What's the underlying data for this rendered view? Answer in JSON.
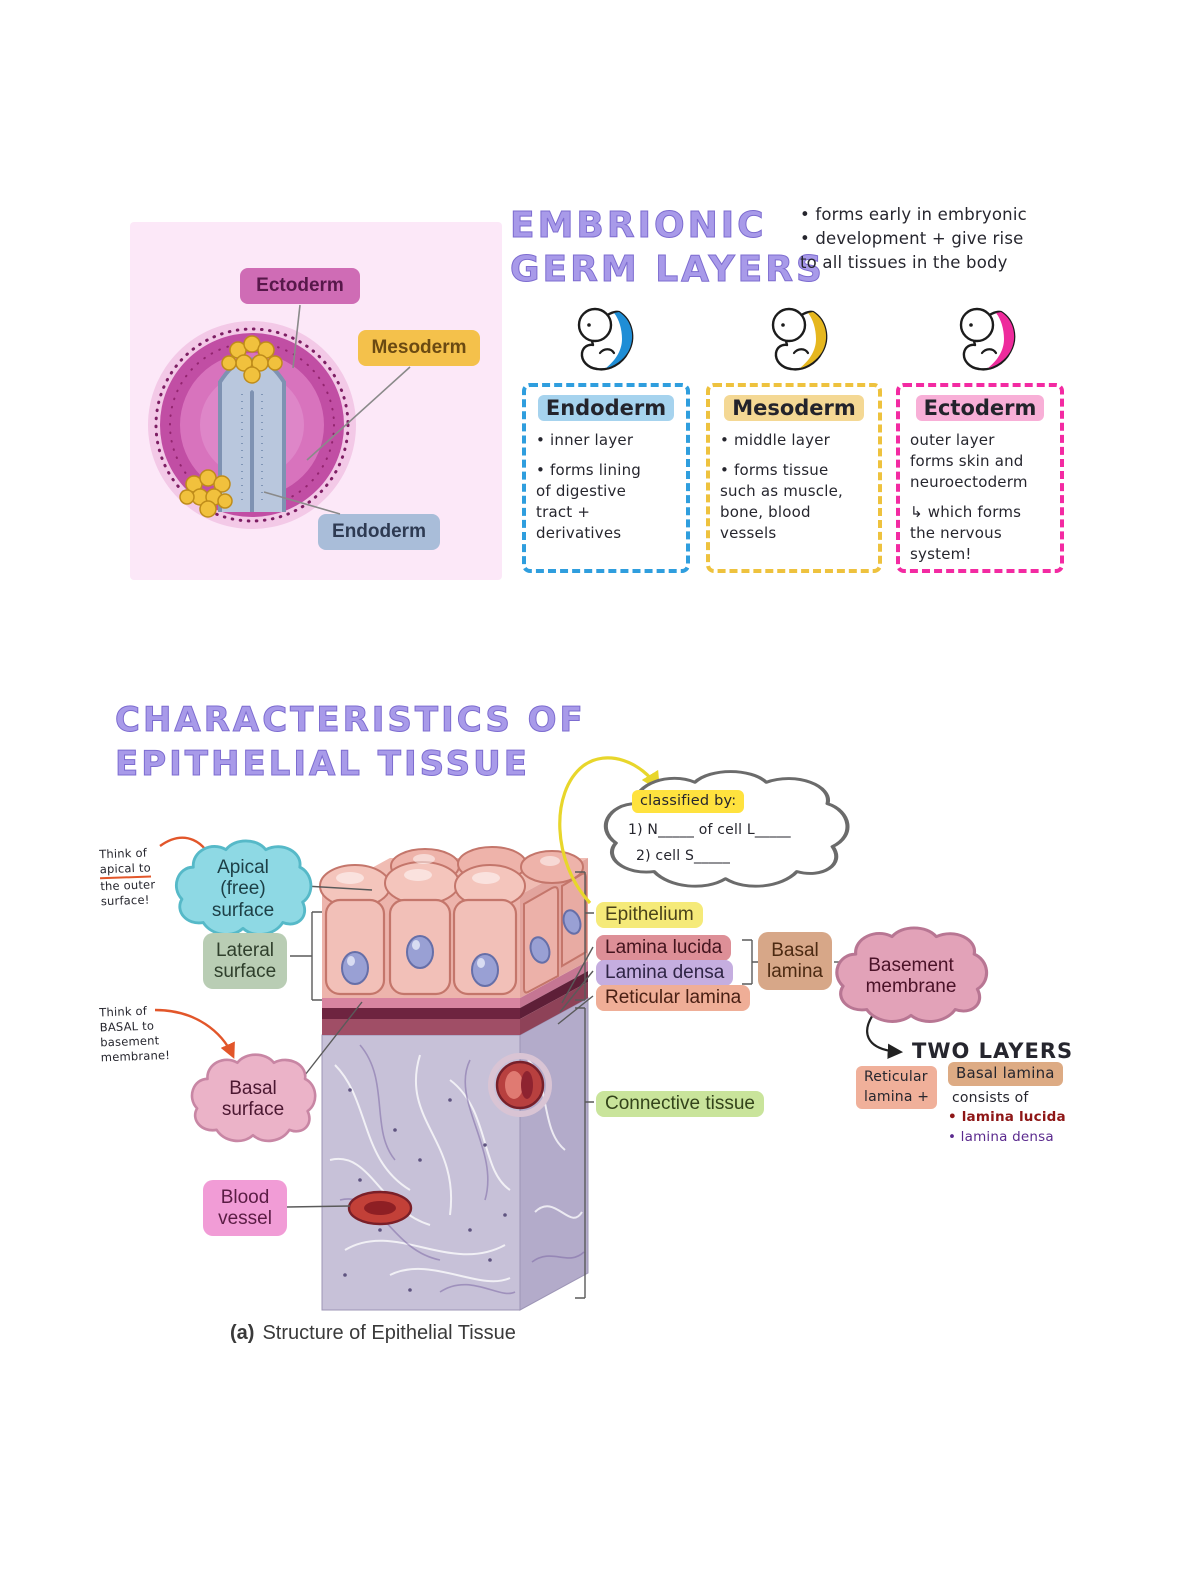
{
  "colors": {
    "title_purple": "#a89ae9",
    "card_blue": "#2f9ede",
    "card_yellow": "#eec23e",
    "card_pink": "#f32aa2",
    "highlight_yellow": "#ffe23e",
    "epithelium_pink": "#f2c0b8",
    "connective_lavender": "#c7c1d8",
    "membrane_maroon": "#6e2440",
    "ink": "#26262e"
  },
  "germ": {
    "title1": "EMBRIONIC",
    "title2": "GERM LAYERS",
    "note": "• forms early in embryonic\n• development + give rise\n   to all tissues in the body",
    "diagram": {
      "ectoderm": "Ectoderm",
      "mesoderm": "Mesoderm",
      "endoderm": "Endoderm"
    },
    "cards": [
      {
        "title": "Endoderm",
        "b1": "• inner layer",
        "b2": "• forms lining\n   of digestive\n   tract + derivatives"
      },
      {
        "title": "Mesoderm",
        "b1": "• middle layer",
        "b2": "• forms tissue\n   such as muscle,\n   bone, blood vessels"
      },
      {
        "title": "Ectoderm",
        "b1": "outer layer\nforms skin and\nneuroectoderm",
        "b2": "↳ which forms\n    the nervous\n    system!"
      }
    ]
  },
  "epi": {
    "title1": "CHARACTERISTICS OF",
    "title2": "EPITHELIAL TISSUE",
    "cloud": {
      "heading": "classified by:",
      "line1": "1) N_____ of cell L_____",
      "line2": "2) cell S_____"
    },
    "labels": {
      "apical": "Apical\n(free)\nsurface",
      "lateral": "Lateral\nsurface",
      "basal": "Basal\nsurface",
      "blood": "Blood\nvessel",
      "epithelium": "Epithelium",
      "lamina_lucida": "Lamina lucida",
      "lamina_densa": "Lamina densa",
      "reticular": "Reticular lamina",
      "connective": "Connective tissue",
      "basal_lamina": "Basal\nlamina",
      "basement": "Basement\nmembrane"
    },
    "note_apical": {
      "l1": "Think of",
      "l2": "apical to",
      "l3": "the outer",
      "l4": "surface!"
    },
    "note_basal": {
      "l1": "Think of",
      "l2": "BASAL to",
      "l3": "basement",
      "l4": "membrane!"
    },
    "two_layers": "TWO LAYERS",
    "sum_reticular": "Reticular\nlamina +",
    "sum_basal_title": "Basal lamina",
    "sum_consists": "consists of",
    "sum_b1": "• lamina lucida",
    "sum_b2": "• lamina densa",
    "caption_label": "(a)",
    "caption_text": "Structure of Epithelial Tissue"
  }
}
